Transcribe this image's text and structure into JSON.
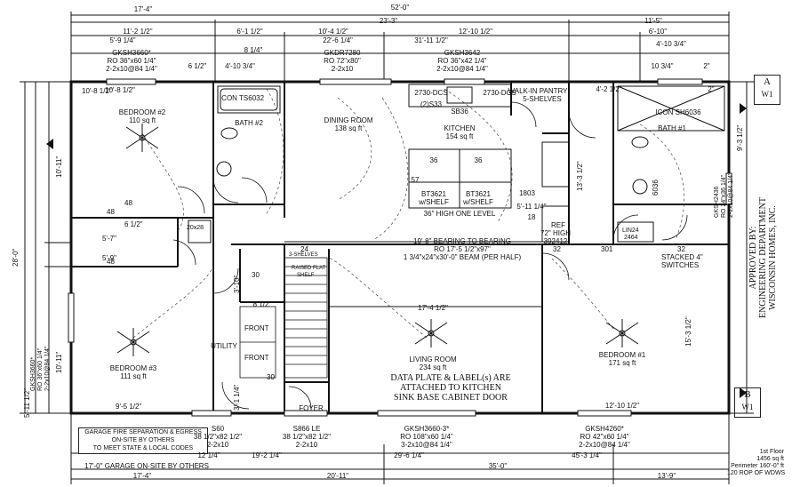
{
  "overall": {
    "width": "52'-0\"",
    "depth": "28'-0\""
  },
  "top_dims": {
    "row1": [
      "17'-4\"",
      "23'-3\"",
      "11'-5\""
    ],
    "row2": [
      "11'-2 1/2\"",
      "6'-1 1/2\"",
      "10'-4 1/2\"",
      "12'-10 1/2\"",
      "6'-10\""
    ],
    "row3": [
      "5'-9 1/4\"",
      "22'-6 1/4\"",
      "31'-11 1/2\"",
      "4'-10 3/4\""
    ],
    "misc": [
      "8 1/4\"",
      "6 1/2\"",
      "4'-10 3/4\"",
      "10'-8 1/2\"",
      "10 3/4\"",
      "2\"",
      "4'-2 1/2\"",
      "2\""
    ]
  },
  "windows": [
    {
      "code": "GKSH3660*",
      "ro": "RO 36\"x60 1/4\"",
      "hdr": "2-2x10@84 1/4\""
    },
    {
      "code": "GKDR7280",
      "ro": "RO 72\"x80\"",
      "hdr": "2-2x10"
    },
    {
      "code": "GKSH3642",
      "ro": "RO 36\"x42 1/4\"",
      "hdr": "2-2x10@84 1/4\""
    },
    {
      "code": "GKSH3660*",
      "ro": "RO 36\"x60 1/4\"",
      "hdr": "2-2x10@84 1/4\""
    },
    {
      "code": "GKSH2436",
      "ro": "RO 24\"x36 1/4\"",
      "hdr": "2-2x10@84 1/4\""
    },
    {
      "code": "GKSH3660-3*",
      "ro": "RO 108\"x60 1/4\"",
      "hdr": "3-2x10@84 1/4\""
    },
    {
      "code": "GKSH4260*",
      "ro": "RO 42\"x60 1/4\"",
      "hdr": "2-2x10@84 1/4\""
    }
  ],
  "rooms": {
    "bedroom2": {
      "name": "BEDROOM #2",
      "area": "110 sq ft"
    },
    "bath2": {
      "name": "BATH #2",
      "fixture": "ICON TS6032"
    },
    "dining": {
      "name": "DINING ROOM",
      "area": "138 sq ft"
    },
    "kitchen": {
      "name": "KITCHEN",
      "area": "154 sq ft"
    },
    "bath1": {
      "name": "BATH #1",
      "fixture": "ICON SH6036"
    },
    "bedroom3": {
      "name": "BEDROOM #3",
      "area": "111 sq ft"
    },
    "living": {
      "name": "LIVING ROOM",
      "area": "234 sq ft"
    },
    "bedroom1": {
      "name": "BEDROOM #1",
      "area": "171 sq ft"
    },
    "utility": {
      "name": "UTILITY"
    },
    "foyer": {
      "name": "FOYER"
    }
  },
  "kitchen_notes": {
    "sink": "SB36",
    "island_a": "BT3621",
    "island_b": "BT3621",
    "shelf": "w/SHELF",
    "island_level": "36\" HIGH ONE LEVEL",
    "island_top": "36",
    "pantry": "WALK-IN PANTRY",
    "shelves": "5-SHELVES",
    "cab_a": "2730-DCS",
    "cab_b": "2730-DCS",
    "cab_c": "(2)S33",
    "ref": "REF",
    "ref_note": "72\" HIGH",
    "ref_code": "392412",
    "fifty_seven": "57",
    "v1803": "1803",
    "v18": "18",
    "v5": "5'-11 1/4\""
  },
  "beam": {
    "line1": "19'-8\" BEARING TO BEARING",
    "line2": "RO 17'-5 1/2\"x97\"",
    "line3": "1 3/4\"x24\"x30'-0\" BEAM (PER HALF)"
  },
  "notes": {
    "plate_line1": "DATA PLATE & LABEL(s) ARE",
    "plate_line2": "ATTACHED TO KITCHEN",
    "plate_line3": "SINK BASE CABINET DOOR",
    "garage1": "GARAGE FIRE SEPARATION & EGRESS",
    "garage2": "ON-SITE BY OTHERS",
    "garage3": "TO MEET STATE & LOCAL CODES",
    "stacked": "STACKED 4\"",
    "switches": "SWITCHES",
    "shelves3": "3-SHELVES",
    "raised": "RAISED FLAT",
    "shelf": "SHELF",
    "washer": "20x28",
    "linen": "LIN24",
    "linen2": "2464",
    "front": "FRONT"
  },
  "left_dims": {
    "d1": "10'-11\"",
    "d2": "6 1/2\"",
    "d3": "5'-7\"",
    "d4": "5'-9\"",
    "d5": "10'-11\"",
    "d6": "9'-5 1/2\"",
    "d7": "5'-11 1/2\"",
    "d8": "28'-0\"",
    "d9": "48",
    "d10": "48"
  },
  "left_window": {
    "code": "GKSH3660*",
    "ro": "RO 36\"x60 1/4\"",
    "hdr": "2-2x10@84 1/4\""
  },
  "right_dims": {
    "d1": "9'-3 1/2\"",
    "d2": "13'-3 1/2\"",
    "d3": "15'-3 1/2\"",
    "d4": "32",
    "d5": "32",
    "d6": "6036",
    "d7": "301"
  },
  "interior_dims": [
    "17'-4 1/2\"",
    "12'-10 1/2\"",
    "8 1/2\"",
    "3'-10\"",
    "3'-1 1/4\"",
    "30",
    "24",
    "30",
    "36",
    "36",
    "36",
    "36",
    "48"
  ],
  "doors": [
    {
      "code": "S60",
      "size": "38 1/2\"x82 1/2\"",
      "hdr": "2-2x10"
    },
    {
      "code": "S866 LE",
      "size": "38 1/2\"x82 1/2\"",
      "hdr": "2-2x10"
    }
  ],
  "bottom_dims": {
    "a": "19'-2 1/4\"",
    "b": "29'-6 1/4\"",
    "c": "45'-3 1/4\"",
    "d": "17'-0\" GARAGE ON-SITE BY OTHERS",
    "e": "17'-4\"",
    "f": "20'-11\"",
    "g": "35'-0\"",
    "h": "13'-9\"",
    "i": "12 1/4\""
  },
  "approval": {
    "line1": "APPROVED BY:",
    "line2": "ENGINEERING DEPARTMENT",
    "line3": "WISCONSIN HOMES, INC."
  },
  "floor_info": {
    "line1": "1st Floor",
    "line2": "1456 sq ft",
    "line3": "Perimeter 160'-0\" ft",
    "line4": "120 ROP OF WDWS"
  },
  "section_marks": {
    "a": "A",
    "a2": "W1",
    "b": "B",
    "b2": "W1"
  }
}
